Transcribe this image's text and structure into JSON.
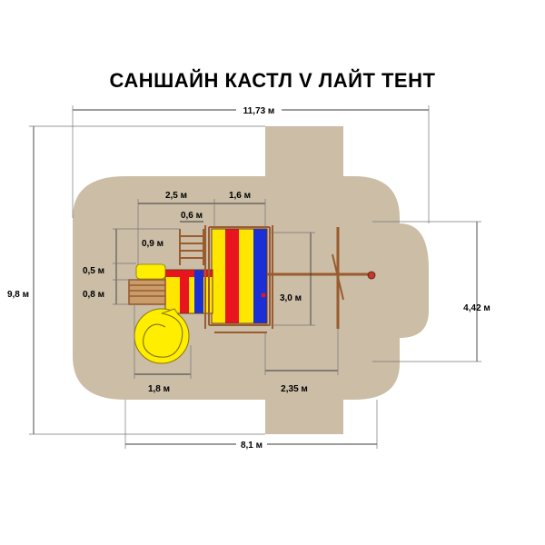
{
  "title": "САНШАЙН КАСТЛ V ЛАЙТ ТЕНТ",
  "dimensions": {
    "overall_width": "11,73 м",
    "overall_height": "9,8 м",
    "bottom_width": "8,1 м",
    "right_height": "4,42 м",
    "top_left_width": "2,5 м",
    "top_right_width": "1,6 м",
    "inner_top": "0,6 м",
    "left_upper": "0,9 м",
    "left_mid_1": "0,5 м",
    "left_mid_2": "0,8 м",
    "center_height": "3,0 м",
    "bottom_left": "1,8 м",
    "bottom_right": "2,35 м"
  },
  "colors": {
    "area": "#cbbda6",
    "red": "#e8141e",
    "yellow": "#ffe600",
    "blue": "#1a2fd4",
    "wood": "#9a5b2e",
    "slide": "#ffee00"
  }
}
